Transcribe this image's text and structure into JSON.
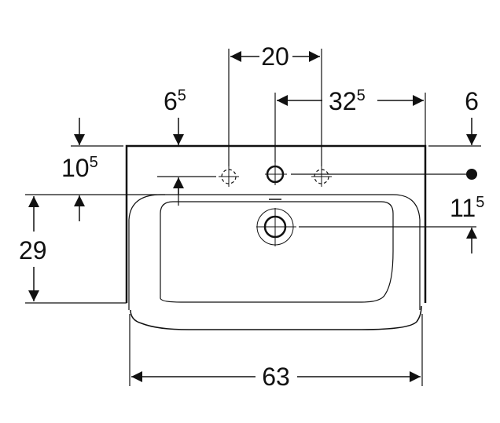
{
  "title": "Washbasin dimension drawing",
  "dimensions": {
    "tap_spacing": {
      "base": "20",
      "sup": ""
    },
    "hole_to_edge": {
      "base": "32",
      "sup": "5"
    },
    "left_offset": {
      "base": "6",
      "sup": "5"
    },
    "right_offset": {
      "base": "6",
      "sup": ""
    },
    "back_depth": {
      "base": "10",
      "sup": "5"
    },
    "bowl_depth": {
      "base": "29",
      "sup": ""
    },
    "drain_offset": {
      "base": "11",
      "sup": "5"
    },
    "width": {
      "base": "63",
      "sup": ""
    }
  },
  "colors": {
    "line": "#111111",
    "background": "#ffffff"
  }
}
